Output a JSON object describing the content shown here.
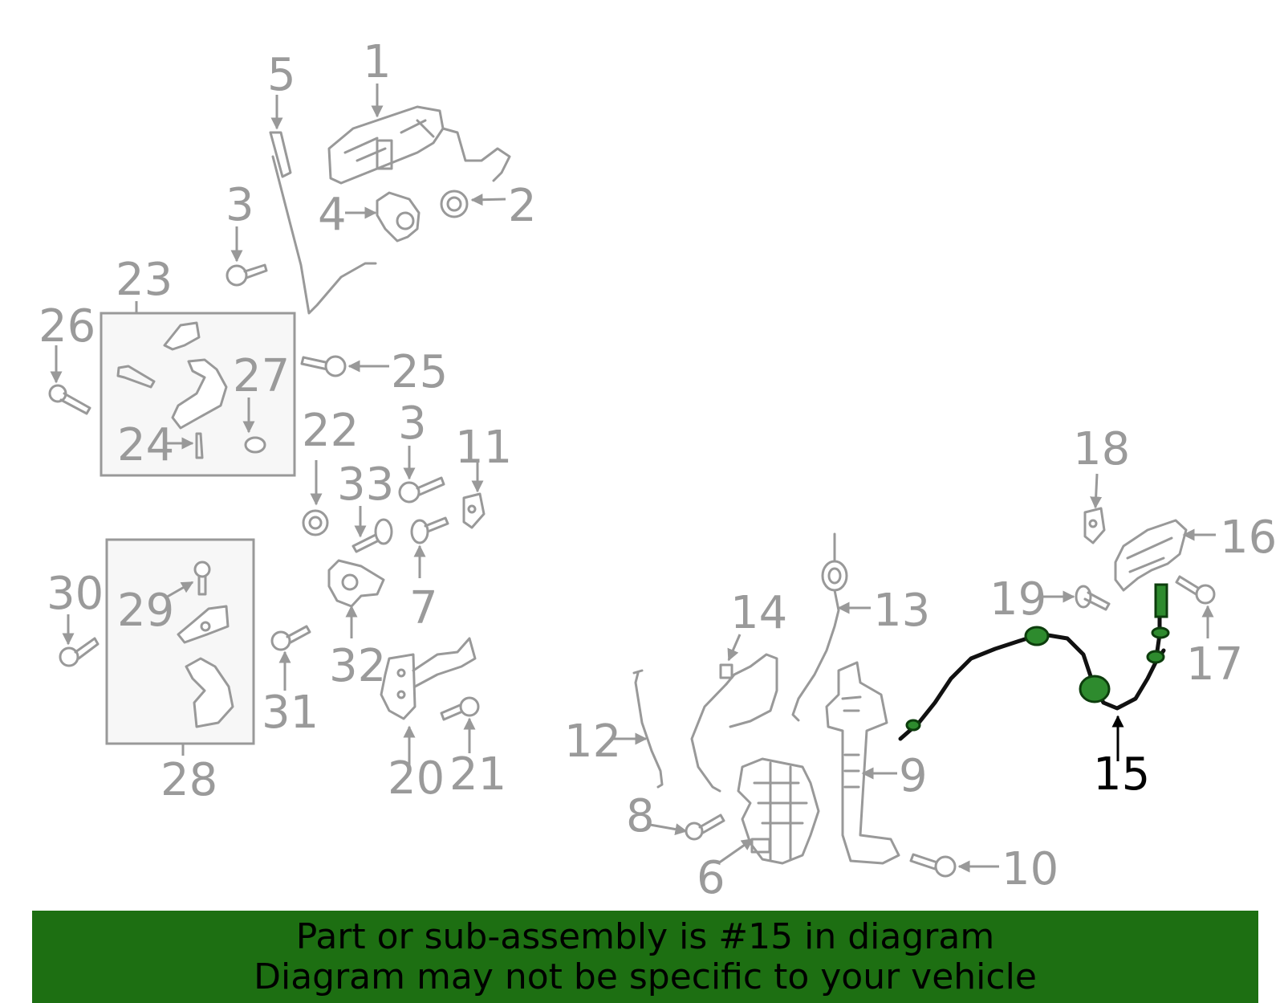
{
  "diagram": {
    "highlight_part": "15",
    "callouts": {
      "c1": "1",
      "c2": "2",
      "c3a": "3",
      "c3b": "3",
      "c4": "4",
      "c5": "5",
      "c6": "6",
      "c7": "7",
      "c8": "8",
      "c9": "9",
      "c10": "10",
      "c11": "11",
      "c12": "12",
      "c13": "13",
      "c14": "14",
      "c15": "15",
      "c16": "16",
      "c17": "17",
      "c18": "18",
      "c19": "19",
      "c20": "20",
      "c21": "21",
      "c22": "22",
      "c23": "23",
      "c24": "24",
      "c25": "25",
      "c26": "26",
      "c27": "27",
      "c28": "28",
      "c29": "29",
      "c30": "30",
      "c31": "31",
      "c32": "32",
      "c33": "33"
    },
    "colors": {
      "parts": "#999999",
      "highlight": "#2e8b2e",
      "banner": "#1d6f12"
    }
  },
  "banner": {
    "line1": "Part or sub-assembly is #15 in diagram",
    "line2": "Diagram may not be specific to your vehicle"
  }
}
